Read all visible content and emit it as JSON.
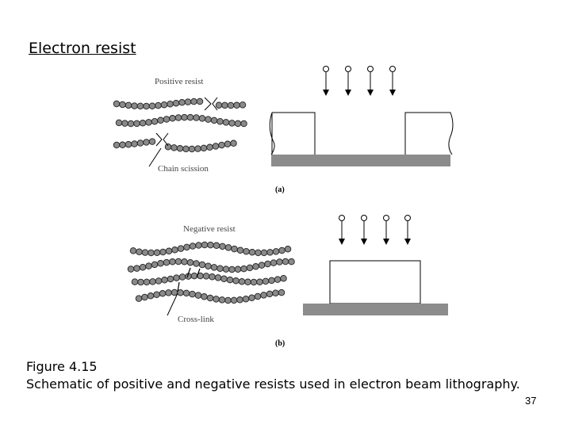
{
  "slide": {
    "title": "Electron resist",
    "page_number": "37"
  },
  "figure": {
    "panel_a": {
      "label": "Positive resist",
      "annotation": "Chain scission",
      "tag": "(a)"
    },
    "panel_b": {
      "label": "Negative resist",
      "annotation": "Cross-link",
      "tag": "(b)"
    }
  },
  "caption": {
    "line1": "Figure 4.15",
    "line2": "Schematic of positive and negative resists used in electron beam lithography."
  }
}
